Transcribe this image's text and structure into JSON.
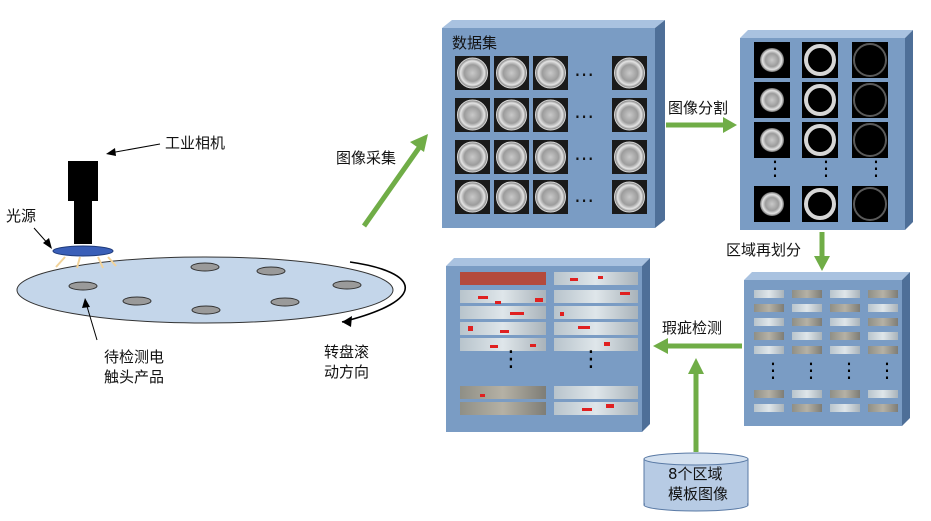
{
  "labels": {
    "industrial_camera": "工业相机",
    "light_source": "光源",
    "product_line1": "待检测电",
    "product_line2": "触头产品",
    "turntable_line1": "转盘滚",
    "turntable_line2": "动方向",
    "image_acquisition": "图像采集",
    "dataset": "数据集",
    "image_segmentation": "图像分割",
    "region_resegmentation": "区域再划分",
    "defect_detection": "瑕疵检测",
    "template_line1": "8个区域",
    "template_line2": "模板图像",
    "ellipsis": "⋯",
    "vertical_ellipsis": "⋮"
  },
  "colors": {
    "panel_face": "#7a9cc4",
    "panel_top": "#a9c2e0",
    "panel_side": "#4e6f98",
    "arrow_green": "#70ad47",
    "turntable_fill": "#c4d6ea",
    "contact_fill": "#9a9a9a",
    "light_source": "#3a5fb8",
    "camera": "#000000",
    "database_fill": "#b7cbe4",
    "defect_red": "#e02020"
  }
}
